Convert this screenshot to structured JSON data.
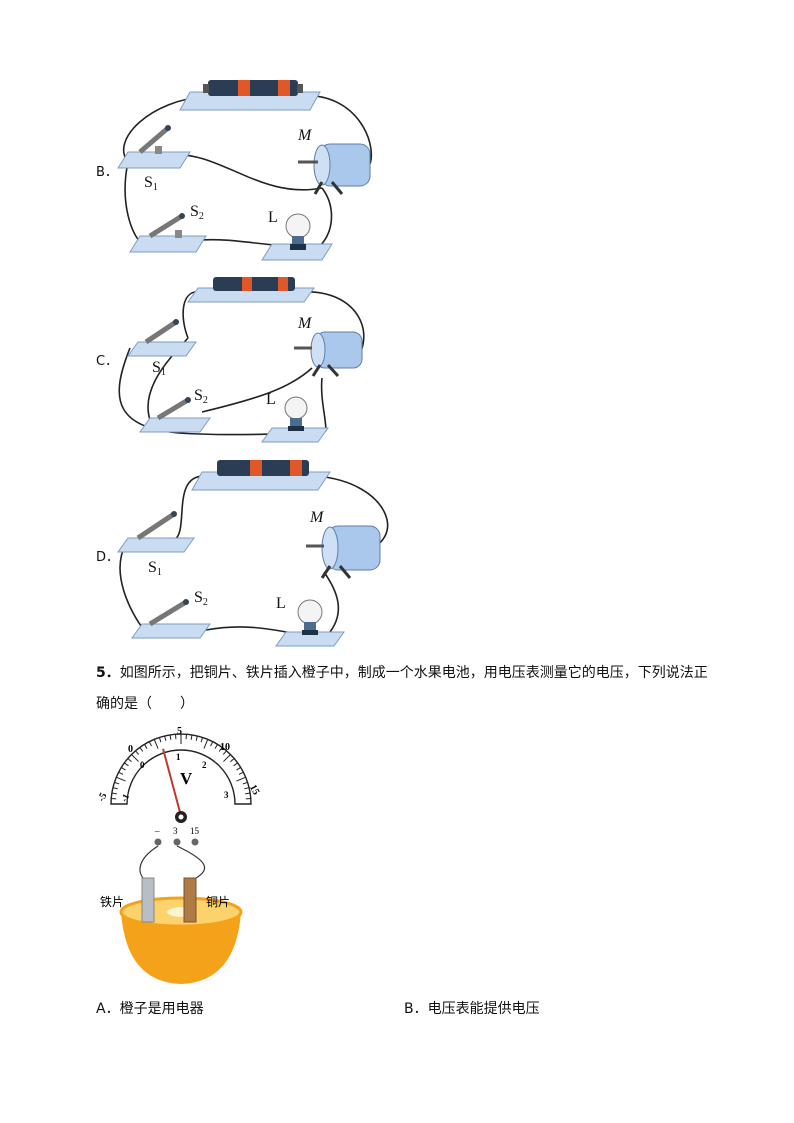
{
  "circuits": [
    {
      "option": "B．",
      "battery_label": "",
      "motor": "M",
      "switch1": "S",
      "switch1_sub": "1",
      "switch2": "S",
      "switch2_sub": "2",
      "lamp": "L"
    },
    {
      "option": "C．",
      "battery_label": "",
      "motor": "M",
      "switch1": "S",
      "switch1_sub": "1",
      "switch2": "S",
      "switch2_sub": "2",
      "lamp": "L"
    },
    {
      "option": "D．",
      "battery_label": "",
      "motor": "M",
      "switch1": "S",
      "switch1_sub": "1",
      "switch2": "S",
      "switch2_sub": "2",
      "lamp": "L"
    }
  ],
  "question5": {
    "number": "5．",
    "text_line1": "如图所示，把铜片、铁片插入橙子中，制成一个水果电池，用电压表测量它的电压，下列说法正",
    "text_line2": "确的是（　　）"
  },
  "voltmeter": {
    "outer_scale": [
      "-5",
      "0",
      "5",
      "10",
      "15"
    ],
    "inner_scale": [
      "-1",
      "0",
      "1",
      "2",
      "3"
    ],
    "symbol": "V",
    "terminals": [
      "–",
      "3",
      "15"
    ],
    "needle_value": 0.6
  },
  "fruit": {
    "left_label": "铁片",
    "right_label": "铜片"
  },
  "choices": {
    "A": "A．橙子是用电器",
    "B": "B．电压表能提供电压"
  }
}
